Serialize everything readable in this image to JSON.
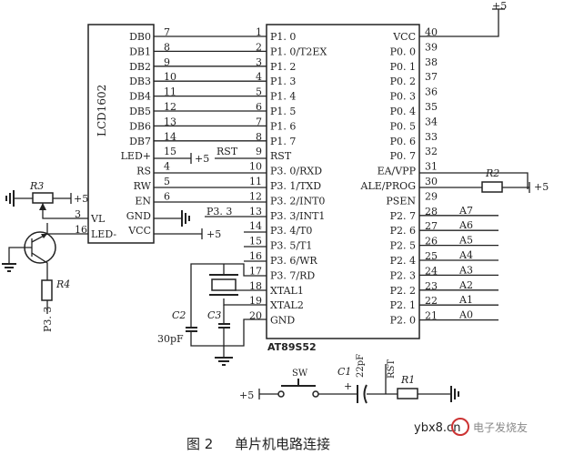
{
  "lcd": {
    "name": "LCD1602",
    "left_pins": [
      {
        "num": "3",
        "label": "VL"
      },
      {
        "num": "16",
        "label": "LED-"
      }
    ],
    "right_pins": [
      {
        "num": "7",
        "label": "DB0"
      },
      {
        "num": "8",
        "label": "DB1"
      },
      {
        "num": "9",
        "label": "DB2"
      },
      {
        "num": "10",
        "label": "DB3"
      },
      {
        "num": "11",
        "label": "DB4"
      },
      {
        "num": "12",
        "label": "DB5"
      },
      {
        "num": "13",
        "label": "DB6"
      },
      {
        "num": "14",
        "label": "DB7"
      },
      {
        "num": "15",
        "label": "LED+"
      },
      {
        "num": "4",
        "label": "RS"
      },
      {
        "num": "5",
        "label": "RW"
      },
      {
        "num": "6",
        "label": "EN"
      },
      {
        "num": "",
        "label": "GND"
      },
      {
        "num": "",
        "label": "VCC"
      }
    ]
  },
  "mcu": {
    "name": "AT89S52",
    "left_pins": [
      {
        "num": "1",
        "label": "P1. 0"
      },
      {
        "num": "2",
        "label": "P1. 0/T2EX"
      },
      {
        "num": "3",
        "label": "P1. 2"
      },
      {
        "num": "4",
        "label": "P1. 3"
      },
      {
        "num": "5",
        "label": "P1. 4"
      },
      {
        "num": "6",
        "label": "P1. 5"
      },
      {
        "num": "7",
        "label": "P1. 6"
      },
      {
        "num": "8",
        "label": "P1. 7"
      },
      {
        "num": "9",
        "label": "RST"
      },
      {
        "num": "10",
        "label": "P3. 0/RXD"
      },
      {
        "num": "11",
        "label": "P3. 1/TXD"
      },
      {
        "num": "12",
        "label": "P3. 2/INT0"
      },
      {
        "num": "13",
        "label": "P3. 3/INT1"
      },
      {
        "num": "14",
        "label": "P3. 4/T0"
      },
      {
        "num": "15",
        "label": "P3. 5/T1"
      },
      {
        "num": "16",
        "label": "P3. 6/WR"
      },
      {
        "num": "17",
        "label": "P3. 7/RD"
      },
      {
        "num": "18",
        "label": "XTAL1"
      },
      {
        "num": "19",
        "label": "XTAL2"
      },
      {
        "num": "20",
        "label": "GND"
      }
    ],
    "right_pins": [
      {
        "num": "40",
        "label": "VCC"
      },
      {
        "num": "39",
        "label": "P0. 0"
      },
      {
        "num": "38",
        "label": "P0. 1"
      },
      {
        "num": "37",
        "label": "P0. 2"
      },
      {
        "num": "36",
        "label": "P0. 3"
      },
      {
        "num": "35",
        "label": "P0. 4"
      },
      {
        "num": "34",
        "label": "P0. 5"
      },
      {
        "num": "33",
        "label": "P0. 6"
      },
      {
        "num": "32",
        "label": "P0. 7"
      },
      {
        "num": "31",
        "label": "EA/VPP"
      },
      {
        "num": "30",
        "label": "ALE/PROG"
      },
      {
        "num": "29",
        "label": "PSEN"
      },
      {
        "num": "28",
        "label": "P2. 7"
      },
      {
        "num": "27",
        "label": "P2. 6"
      },
      {
        "num": "26",
        "label": "P2. 5"
      },
      {
        "num": "25",
        "label": "P2. 4"
      },
      {
        "num": "24",
        "label": "P2. 3"
      },
      {
        "num": "23",
        "label": "P2. 2"
      },
      {
        "num": "22",
        "label": "P2. 1"
      },
      {
        "num": "21",
        "label": "P2. 0"
      }
    ],
    "bus_labels": [
      "A7",
      "A6",
      "A5",
      "A4",
      "A3",
      "A2",
      "A1",
      "A0"
    ]
  },
  "net_labels": {
    "plus5": "+5",
    "rst": "RST",
    "p33": "P3. 3",
    "p33_lower": "P3. 3"
  },
  "components": {
    "r1": "R1",
    "r2": "R2",
    "r3": "R3",
    "r4": "R4",
    "c1": "C1",
    "c1_value": "22pF",
    "c2": "C2",
    "c3": "C3",
    "c_value": "30pF",
    "sw": "SW"
  },
  "caption": {
    "fig": "图 2",
    "title": "单片机电路连接"
  },
  "watermark": {
    "site": "ybx8.cn",
    "brand": "电子发烧友"
  }
}
